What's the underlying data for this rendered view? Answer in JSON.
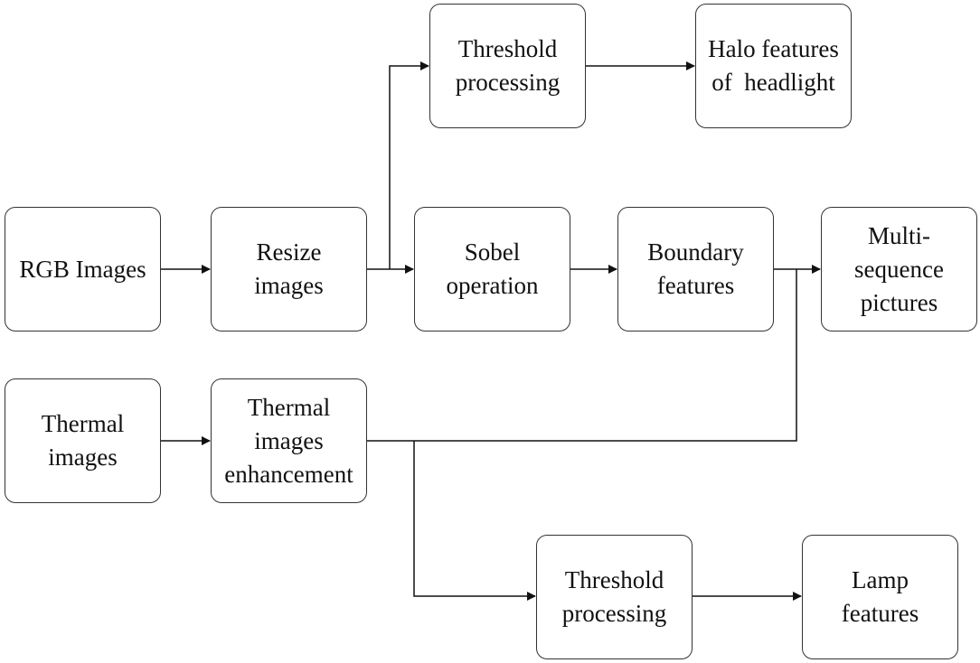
{
  "diagram": {
    "nodes": {
      "rgb_images": [
        "RGB Images"
      ],
      "resize_images": [
        "Resize",
        "images"
      ],
      "threshold_top": [
        "Threshold",
        "processing"
      ],
      "halo_features": [
        "Halo features",
        "of  headlight"
      ],
      "sobel_operation": [
        "Sobel",
        "operation"
      ],
      "boundary_features": [
        "Boundary",
        "features"
      ],
      "multi_sequence": [
        "Multi-",
        "sequence",
        "pictures"
      ],
      "thermal_images": [
        "Thermal",
        "images"
      ],
      "thermal_enhancement": [
        "Thermal",
        "images",
        "enhancement"
      ],
      "threshold_bottom": [
        "Threshold",
        "processing"
      ],
      "lamp_features": [
        "Lamp",
        "features"
      ]
    }
  }
}
